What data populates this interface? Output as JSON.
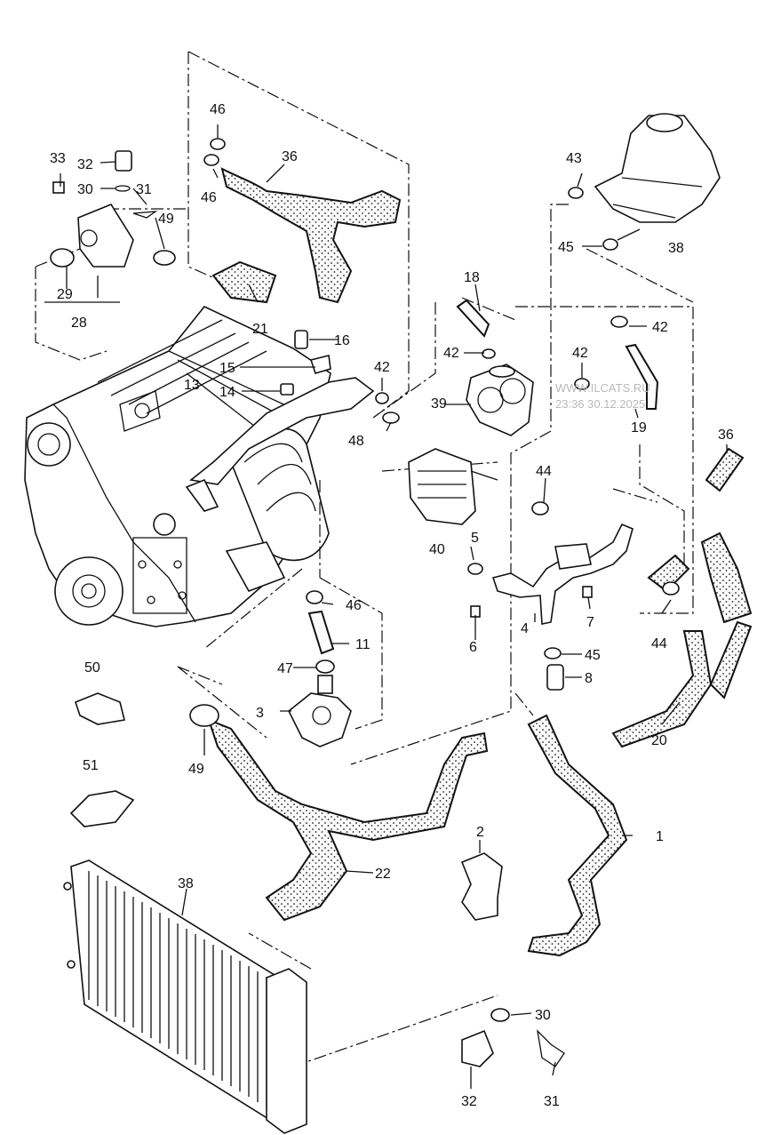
{
  "watermark": {
    "line1": "WWW.ILCATS.RU",
    "line2": "23:36 30.12.2025"
  },
  "labels": {
    "l33": "33",
    "l32a": "32",
    "l30a": "30",
    "l31a": "31",
    "l49a": "49",
    "l29": "29",
    "l28": "28",
    "l46a": "46",
    "l46b": "46",
    "l36a": "36",
    "l21": "21",
    "l18": "18",
    "l16": "16",
    "l15": "15",
    "l13": "13",
    "l14": "14",
    "l42a": "42",
    "l42b": "42",
    "l42c": "42",
    "l42d": "42",
    "l39": "39",
    "l48": "48",
    "l43": "43",
    "l45a": "45",
    "l38a": "38",
    "l19": "19",
    "l36b": "36",
    "l44a": "44",
    "l40": "40",
    "l5": "5",
    "l46c": "46",
    "l11": "11",
    "l47": "47",
    "l3": "3",
    "l6": "6",
    "l4": "4",
    "l7": "7",
    "l45b": "45",
    "l8": "8",
    "l44b": "44",
    "l20": "20",
    "l50": "50",
    "l51": "51",
    "l49b": "49",
    "l2": "2",
    "l1": "1",
    "l22": "22",
    "l38b": "38",
    "l30b": "30",
    "l32b": "32",
    "l31b": "31"
  }
}
